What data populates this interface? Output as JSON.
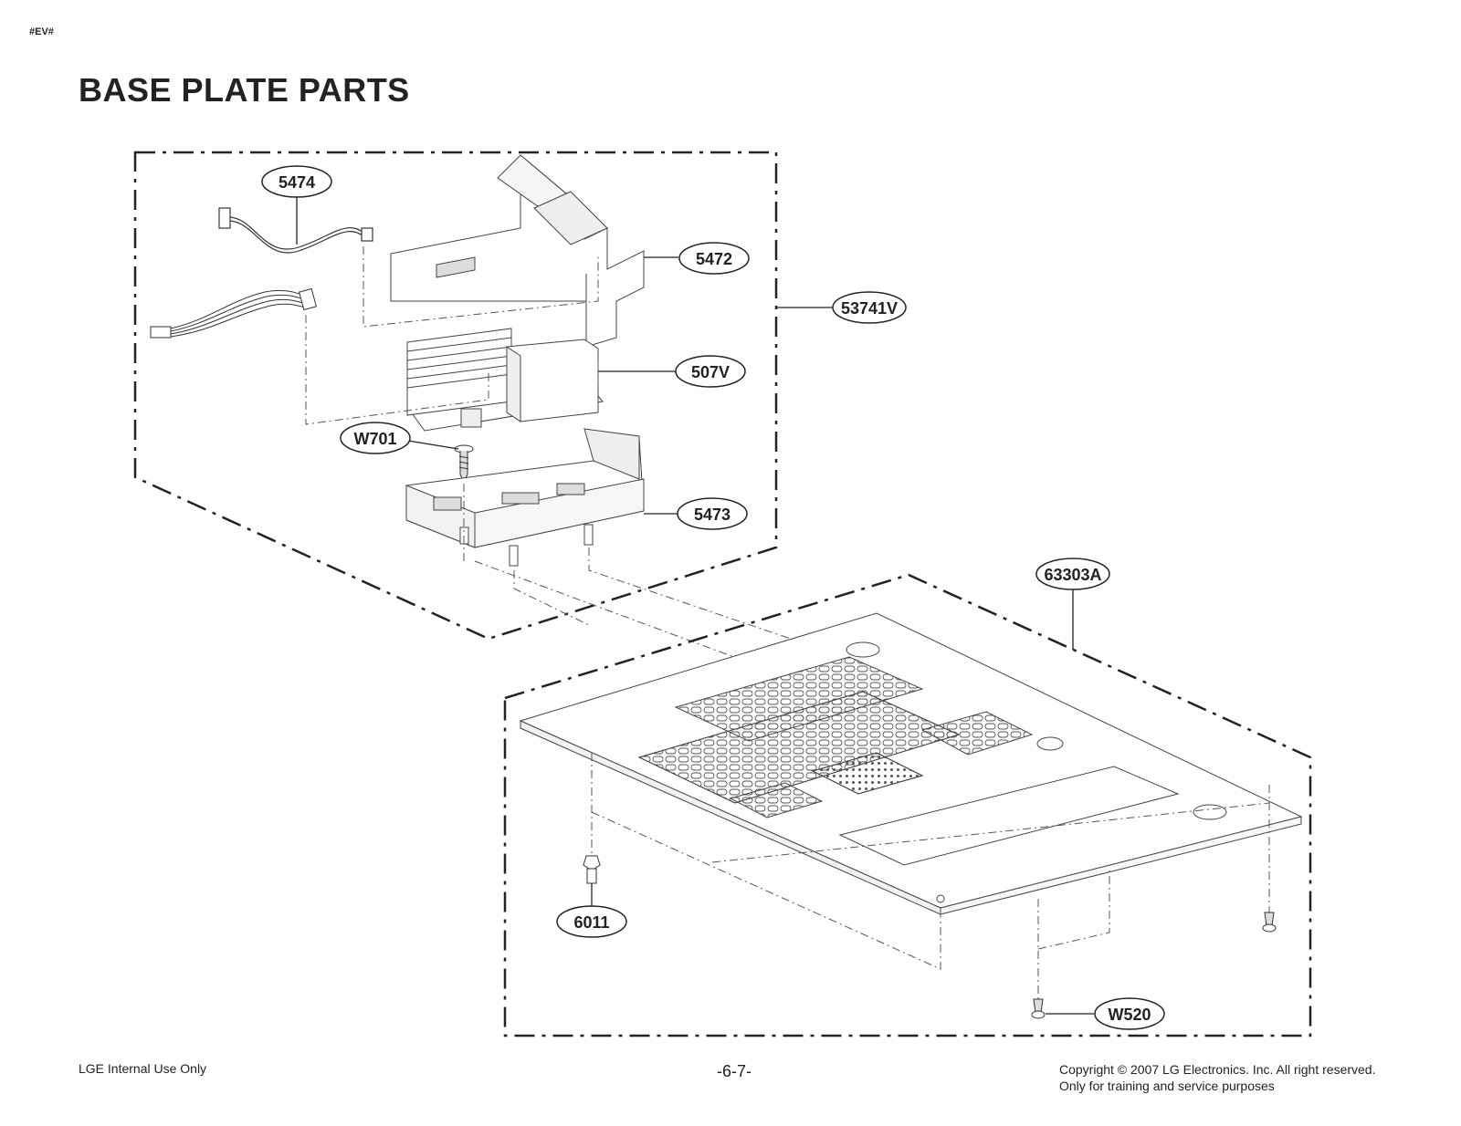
{
  "header": {
    "page_id": "#EV#",
    "title": "BASE PLATE PARTS"
  },
  "callouts": {
    "c5474": "5474",
    "c5472": "5472",
    "c53741v": "53741V",
    "c507v": "507V",
    "cw701": "W701",
    "c5473": "5473",
    "c63303a": "63303A",
    "c6011": "6011",
    "cw520": "W520"
  },
  "footer": {
    "left": "LGE Internal Use Only",
    "page_number": "-6-7-",
    "copyright": "Copyright © 2007 LG Electronics. Inc. All right reserved.",
    "notice": "Only for training and service purposes"
  }
}
